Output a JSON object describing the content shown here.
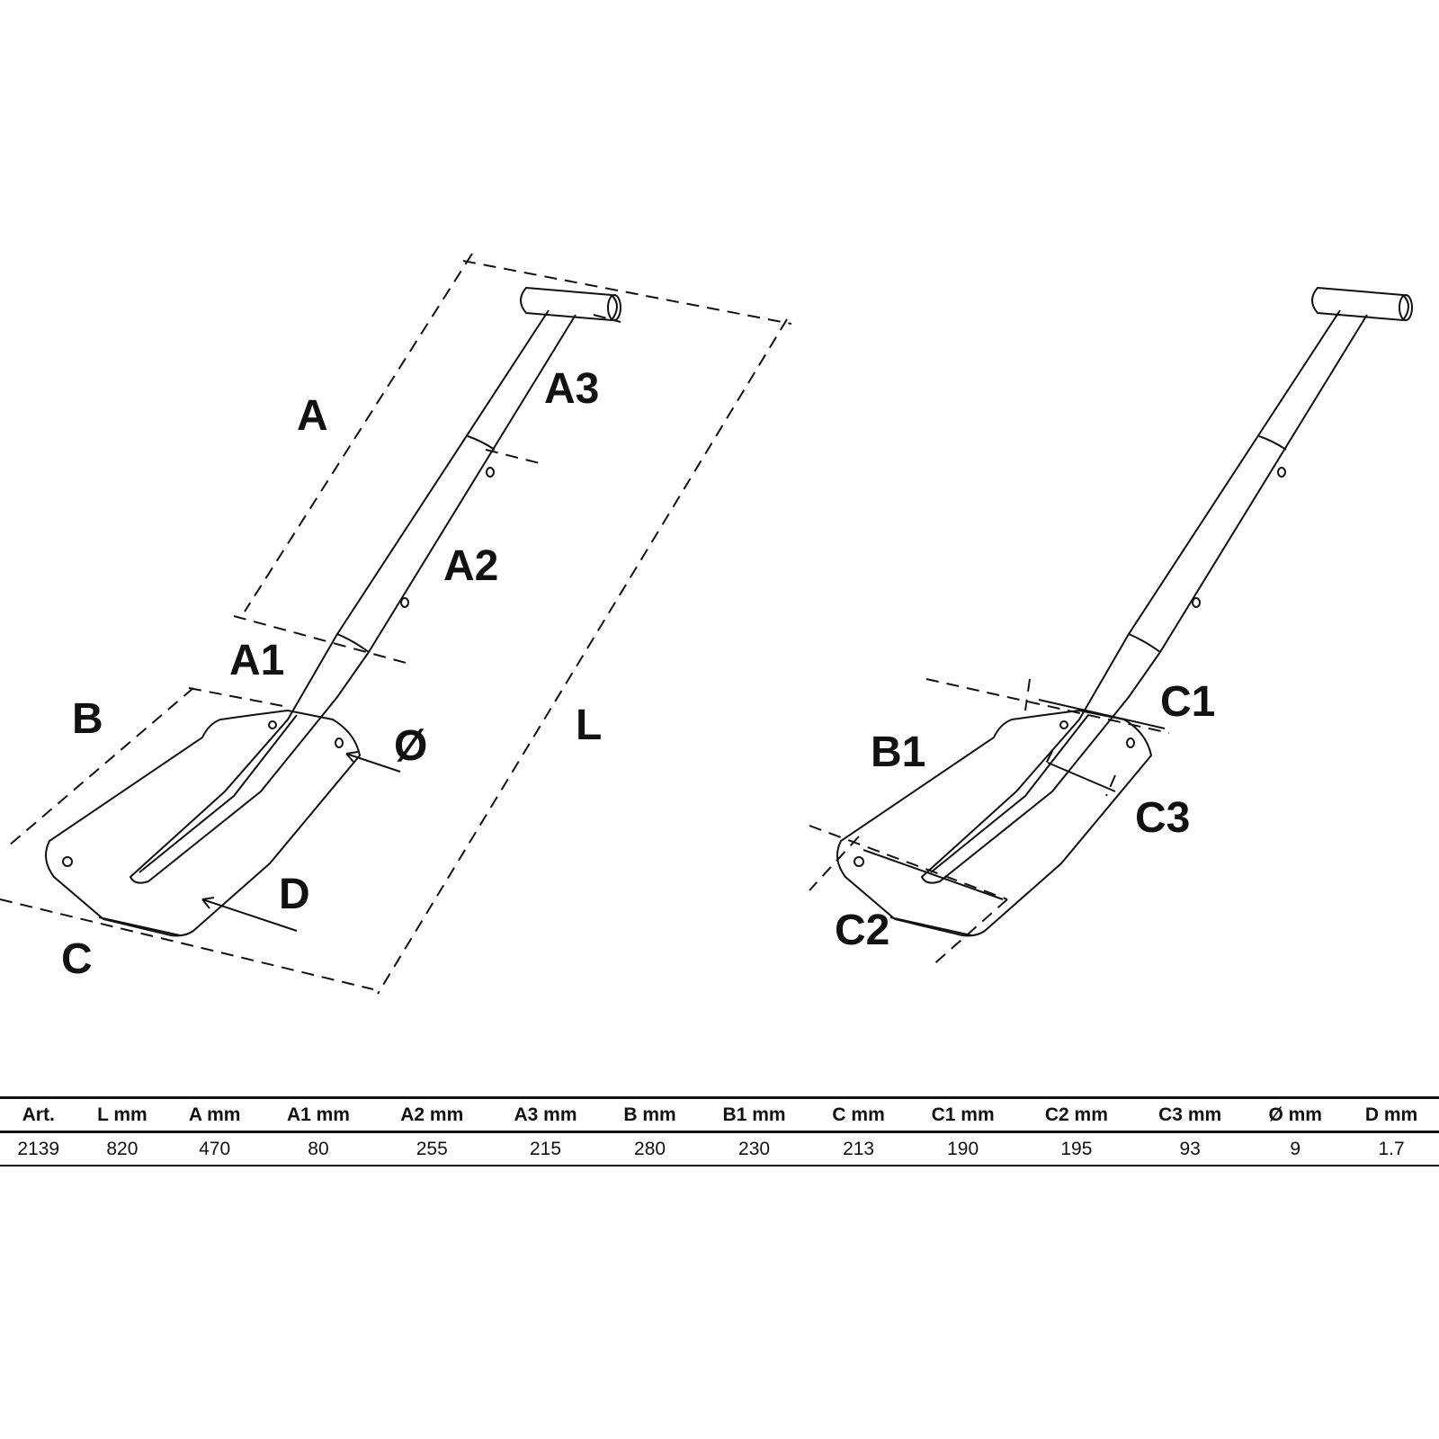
{
  "diagram_labels": {
    "left": {
      "A": "A",
      "A1": "A1",
      "A2": "A2",
      "A3": "A3",
      "B": "B",
      "C": "C",
      "D": "D",
      "L": "L",
      "dia": "Ø"
    },
    "right": {
      "B1": "B1",
      "C1": "C1",
      "C2": "C2",
      "C3": "C3"
    }
  },
  "table": {
    "headers": [
      "Art.",
      "L  mm",
      "A  mm",
      "A1  mm",
      "A2  mm",
      "A3 mm",
      "B mm",
      "B1 mm",
      "C mm",
      "C1 mm",
      "C2 mm",
      "C3 mm",
      "Ø  mm",
      "D  mm"
    ],
    "rows": [
      [
        "2139",
        "820",
        "470",
        "80",
        "255",
        "215",
        "280",
        "230",
        "213",
        "190",
        "195",
        "93",
        "9",
        "1.7"
      ]
    ]
  }
}
